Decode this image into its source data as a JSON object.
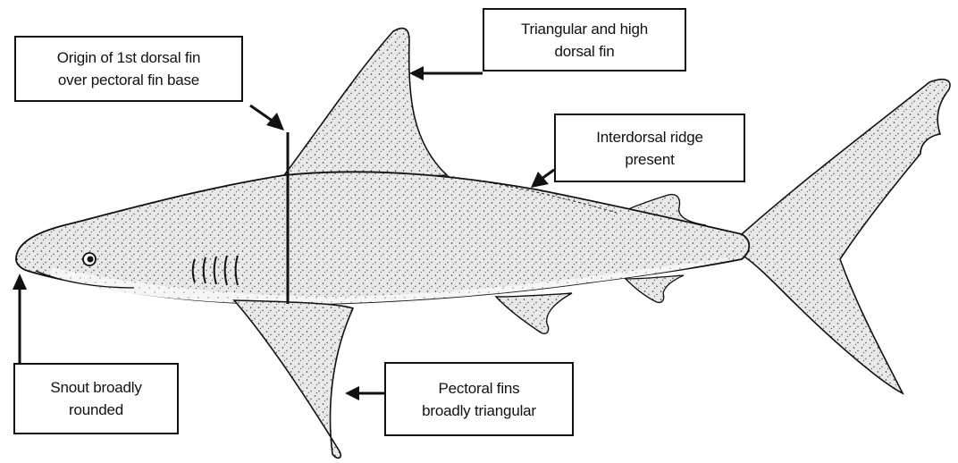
{
  "labels": {
    "dorsal_fin": {
      "line1": "Triangular and high",
      "line2": "dorsal fin"
    },
    "first_dorsal_origin": {
      "line1": "Origin of 1st dorsal fin",
      "line2": "over pectoral fin base"
    },
    "interdorsal_ridge": {
      "line1": "Interdorsal ridge",
      "line2": "present"
    },
    "snout": {
      "line1": "Snout broadly",
      "line2": "rounded"
    },
    "pectoral_fins": {
      "line1": "Pectoral fins",
      "line2": "broadly triangular"
    }
  },
  "colors": {
    "ink": "#111111",
    "body_fill": "#e6e6e6",
    "belly_fill": "#f7f7f7",
    "background": "#ffffff"
  }
}
